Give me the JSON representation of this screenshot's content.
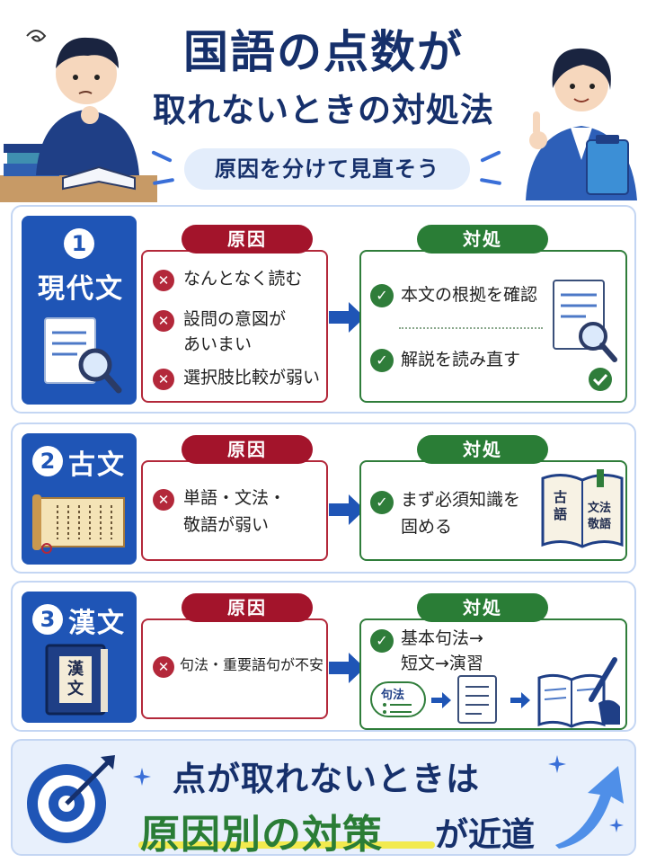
{
  "header": {
    "title_line1": "国語の点数が",
    "title_line2": "取れないときの対処法",
    "subtitle": "原因を分けて見直そう"
  },
  "sections": [
    {
      "number": "1",
      "name": "現代文",
      "cause_tag": "原因",
      "fix_tag": "対処",
      "causes": [
        "なんとなく読む",
        "設問の意図が",
        "あいまい",
        "選択肢比較が弱い"
      ],
      "fixes": [
        "本文の根拠を確認",
        "解説を読み直す"
      ]
    },
    {
      "number": "2",
      "name": "古文",
      "cause_tag": "原因",
      "fix_tag": "対処",
      "causes": [
        "単語・文法・",
        "敬語が弱い"
      ],
      "fixes": [
        "まず必須知識を",
        "固める"
      ],
      "book_left": "古語",
      "book_right_1": "文法",
      "book_right_2": "敬語"
    },
    {
      "number": "3",
      "name": "漢文",
      "cause_tag": "原因",
      "fix_tag": "対処",
      "causes": [
        "句法・重要語句が不安"
      ],
      "fixes": [
        "基本句法→",
        "短文→演習"
      ],
      "book_title": "漢文",
      "step_badge": "句法"
    }
  ],
  "footer": {
    "line1": "点が取れないときは",
    "emphasis": "原因別の対策",
    "line2_rest": "が近道"
  },
  "colors": {
    "navy": "#16306b",
    "blue": "#1f55b6",
    "cause_red": "#a3142b",
    "fix_green": "#2a7d36",
    "highlight": "#f2ea4f"
  }
}
